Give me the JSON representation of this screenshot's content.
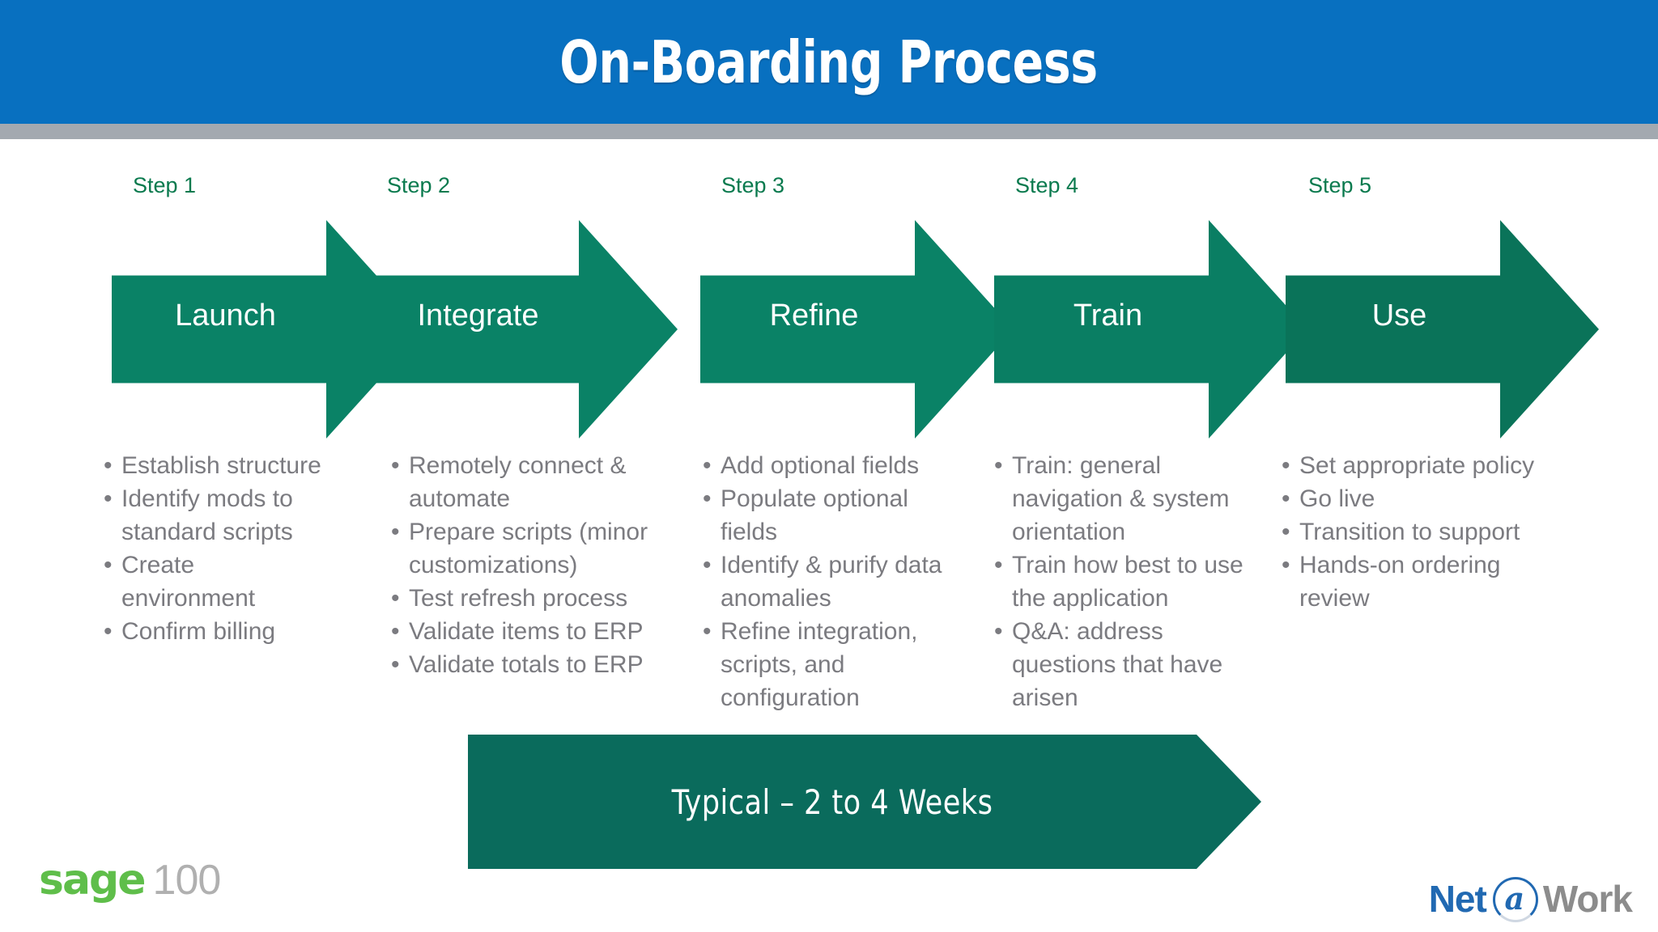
{
  "slide": {
    "title": "On-Boarding Process",
    "accent_blue": "#0870C0",
    "divider_gray": "#A3A9B0",
    "arrow_green": "#0A8266",
    "arrow_green_dark": "#0A7A62",
    "step_label_green": "#0A7A4E",
    "bullet_gray": "#7B7B80",
    "banner_green": "#0A6B5C",
    "bullet_glyph": "•"
  },
  "steps": [
    {
      "step_label": "Step 1",
      "name": "Launch",
      "fill": "#0A8266",
      "bullets": [
        "Establish structure",
        "Identify mods to standard scripts",
        "Create environment",
        "Confirm billing"
      ]
    },
    {
      "step_label": "Step 2",
      "name": "Integrate",
      "fill": "#0A8266",
      "bullets": [
        "Remotely connect & automate",
        "Prepare scripts (minor customizations)",
        "Test refresh process",
        "Validate items to ERP",
        "Validate totals to ERP"
      ]
    },
    {
      "step_label": "Step 3",
      "name": "Refine",
      "fill": "#0A8266",
      "bullets": [
        "Add optional fields",
        "Populate optional fields",
        "Identify & purify data anomalies",
        "Refine integration, scripts, and configuration"
      ]
    },
    {
      "step_label": "Step 4",
      "name": "Train",
      "fill": "#0A7E63",
      "bullets": [
        "Train: general navigation & system orientation",
        "Train how best to use the application",
        "Q&A: address questions that have arisen"
      ]
    },
    {
      "step_label": "Step 5",
      "name": "Use",
      "fill": "#0A7359",
      "bullets": [
        "Set appropriate policy",
        "Go live",
        "Transition to support",
        "Hands-on ordering review"
      ]
    }
  ],
  "timeline_banner": {
    "text": "Typical – 2 to 4 Weeks"
  },
  "logos": {
    "sage": {
      "word": "sage",
      "number": "100"
    },
    "netatwork": {
      "net": "Net",
      "at": "a",
      "work": "Work"
    }
  }
}
